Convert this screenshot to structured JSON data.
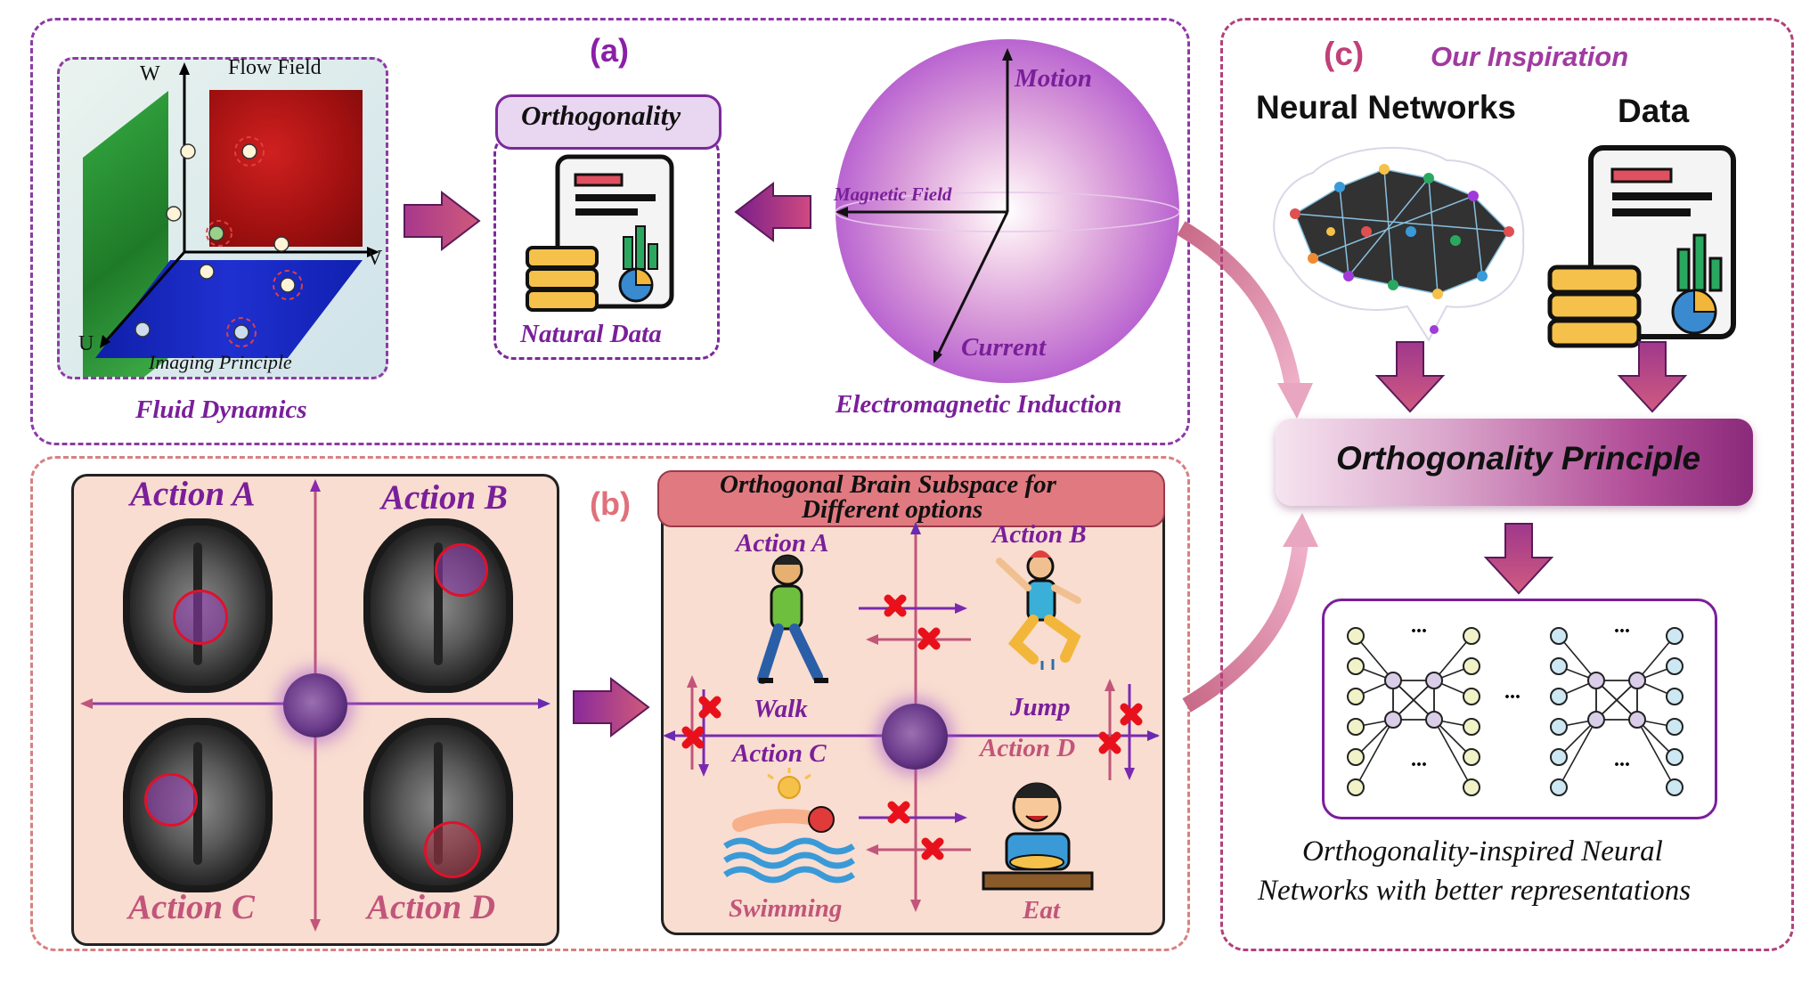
{
  "panel_a": {
    "tag": "(a)",
    "flow_field_label": "Flow Field",
    "axis_w": "W",
    "axis_v": "V",
    "axis_u": "U",
    "imaging_principle": "Imaging Principle",
    "fluid_dynamics": "Fluid Dynamics",
    "orthogonality_title": "Orthogonality",
    "natural_data": "Natural Data",
    "motion": "Motion",
    "magnetic_field": "Magnetic Field",
    "current": "Current",
    "electromagnetic_induction": "Electromagnetic Induction"
  },
  "panel_b": {
    "tag": "(b)",
    "action_a": "Action A",
    "action_b": "Action B",
    "action_c": "Action C",
    "action_d": "Action D",
    "subspace_title_line1": "Orthogonal Brain Subspace for",
    "subspace_title_line2": "Different options",
    "walk": "Walk",
    "jump": "Jump",
    "swimming": "Swimming",
    "eat": "Eat"
  },
  "panel_c": {
    "tag": "(c)",
    "inspiration": "Our Inspiration",
    "neural_networks": "Neural Networks",
    "data": "Data",
    "principle": "Orthogonality Principle",
    "ellipsis": "...",
    "caption_line1": "Orthogonality-inspired Neural",
    "caption_line2": "Networks with better representations"
  },
  "colors": {
    "purple_accent": "#7a1f9a",
    "pink_accent": "#c2557a",
    "panel_a_border": "#8e3aa6",
    "panel_b_border": "#d98080",
    "panel_c_border": "#b2407a"
  }
}
